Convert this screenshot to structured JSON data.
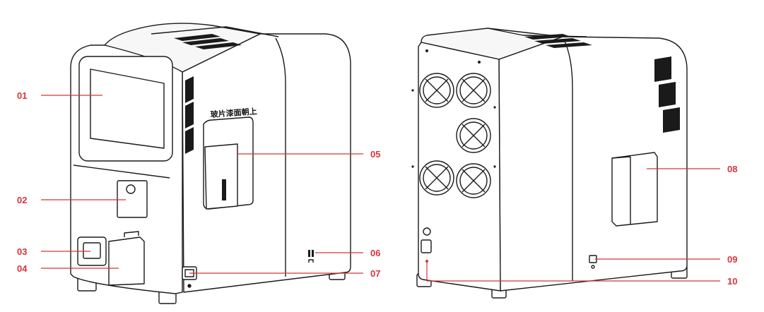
{
  "colors": {
    "callout": "#d8343b",
    "outline": "#1a1a1a",
    "body": "#ffffff",
    "shade": "#f1f1f1",
    "dark_shade": "#e4e4e4"
  },
  "device_text": {
    "slide_label": "玻片漆面朝上"
  },
  "callouts": [
    {
      "id": "01",
      "label": "01"
    },
    {
      "id": "02",
      "label": "02"
    },
    {
      "id": "03",
      "label": "03"
    },
    {
      "id": "04",
      "label": "04"
    },
    {
      "id": "05",
      "label": "05"
    },
    {
      "id": "06",
      "label": "06"
    },
    {
      "id": "07",
      "label": "07"
    },
    {
      "id": "08",
      "label": "08"
    },
    {
      "id": "09",
      "label": "09"
    },
    {
      "id": "10",
      "label": "10"
    }
  ]
}
